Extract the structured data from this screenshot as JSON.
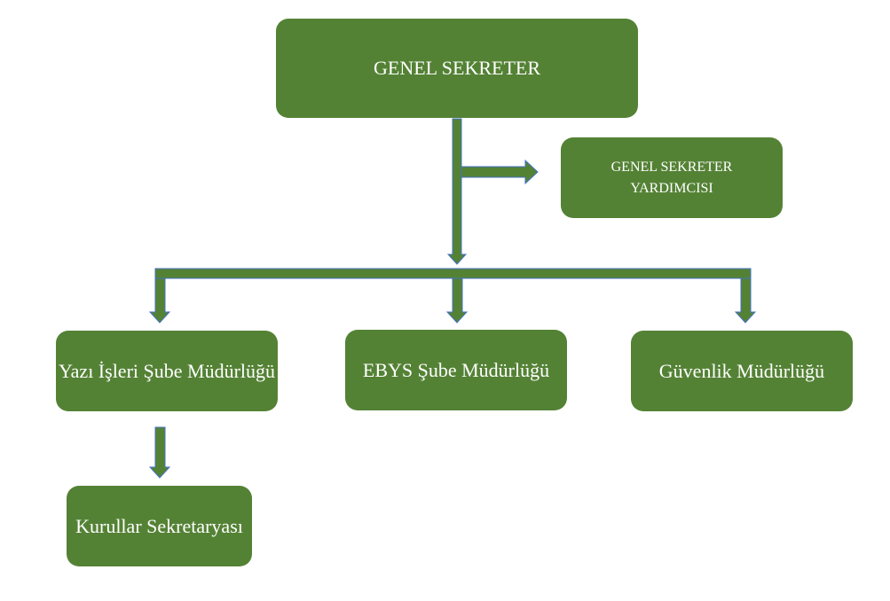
{
  "colors": {
    "box_fill": "#548235",
    "connector_fill": "#548235",
    "connector_edge": "#4472C4",
    "text": "#ffffff"
  },
  "nodes": {
    "genel_sekreter": {
      "label": "GENEL SEKRETER"
    },
    "genel_sekreter_yardimcisi": {
      "label": "GENEL SEKRETER YARDIMCISI"
    },
    "yazi_isleri": {
      "label": "Yazı İşleri Şube Müdürlüğü"
    },
    "ebys": {
      "label": "EBYS Şube Müdürlüğü"
    },
    "guvenlik": {
      "label": "Güvenlik Müdürlüğü"
    },
    "kurullar": {
      "label": "Kurullar Sekretaryası"
    }
  }
}
